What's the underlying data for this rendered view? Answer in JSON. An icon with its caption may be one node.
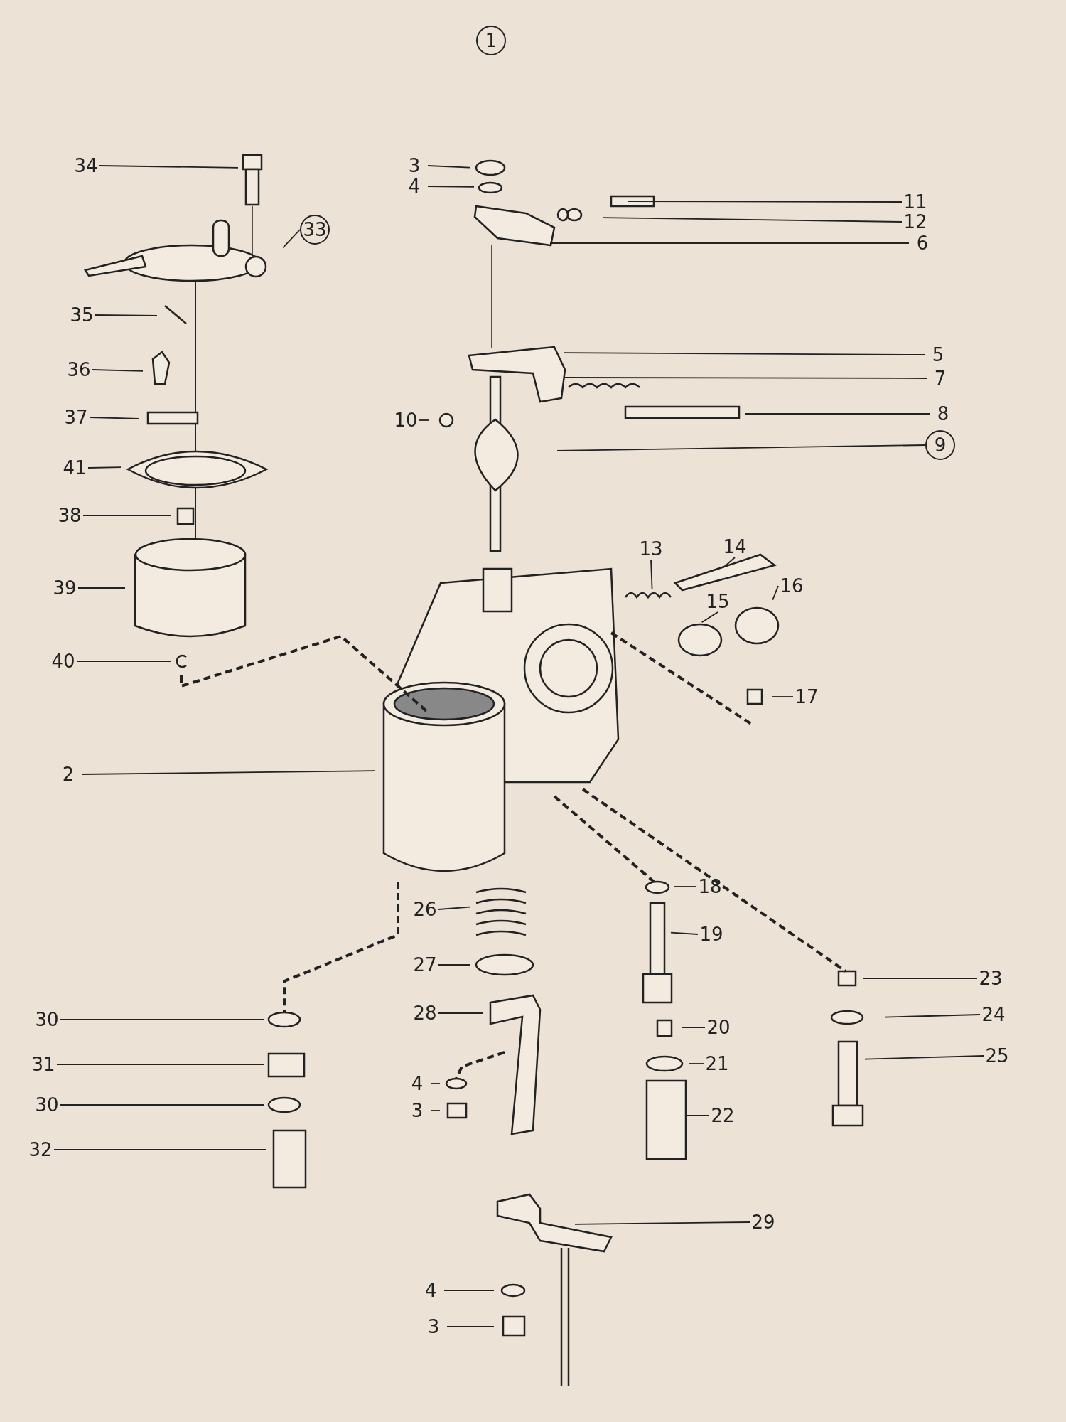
{
  "diagram": {
    "nodes": [
      {
        "text": [
          "34"
        ]
      },
      {
        "text": [
          "3"
        ]
      },
      {
        "text": [
          "4"
        ]
      },
      {
        "text": [
          "11"
        ]
      },
      {
        "text": [
          "12"
        ]
      },
      {
        "text": [
          "6"
        ]
      },
      {
        "text": [
          "33"
        ]
      },
      {
        "text": [
          "35"
        ]
      },
      {
        "text": [
          "5"
        ]
      },
      {
        "text": [
          "7"
        ]
      },
      {
        "text": [
          "36"
        ]
      },
      {
        "text": [
          "37"
        ]
      },
      {
        "text": [
          "10"
        ]
      },
      {
        "text": [
          "8"
        ]
      },
      {
        "text": [
          "9"
        ]
      },
      {
        "text": [
          "41"
        ]
      },
      {
        "text": [
          "38"
        ]
      },
      {
        "text": [
          "14"
        ]
      },
      {
        "text": [
          "13"
        ]
      },
      {
        "text": [
          "16"
        ]
      },
      {
        "text": [
          "15"
        ]
      },
      {
        "text": [
          "39"
        ]
      },
      {
        "text": [
          "40"
        ]
      },
      {
        "text": [
          "17"
        ]
      },
      {
        "text": [
          "2"
        ]
      },
      {
        "text": [
          "18"
        ]
      },
      {
        "text": [
          "26"
        ]
      },
      {
        "text": [
          "19"
        ]
      },
      {
        "text": [
          "27"
        ]
      },
      {
        "text": [
          "23"
        ]
      },
      {
        "text": [
          "30"
        ]
      },
      {
        "text": [
          "28"
        ]
      },
      {
        "text": [
          "20"
        ]
      },
      {
        "text": [
          "24"
        ]
      },
      {
        "text": [
          "31"
        ]
      },
      {
        "text": [
          "25"
        ]
      },
      {
        "text": [
          "21"
        ]
      },
      {
        "text": [
          "4"
        ]
      },
      {
        "text": [
          "30"
        ]
      },
      {
        "text": [
          "3"
        ]
      },
      {
        "text": [
          "22"
        ]
      },
      {
        "text": [
          "32"
        ]
      },
      {
        "text": [
          "29"
        ]
      },
      {
        "text": [
          "4"
        ]
      },
      {
        "text": [
          "3"
        ]
      },
      {
        "text": [
          "1"
        ]
      }
    ],
    "edges": [
      {
        "from": 0,
        "to": null,
        "arrow": "none"
      },
      {
        "from": 1,
        "to": null,
        "arrow": "none"
      },
      {
        "from": 2,
        "to": null,
        "arrow": "none"
      },
      {
        "from": 3,
        "to": null,
        "arrow": "none"
      },
      {
        "from": 4,
        "to": null,
        "arrow": "none"
      },
      {
        "from": 5,
        "to": null,
        "arrow": "none"
      },
      {
        "from": 6,
        "to": null,
        "arrow": "none"
      },
      {
        "from": 7,
        "to": null,
        "arrow": "none"
      },
      {
        "from": 8,
        "to": null,
        "arrow": "none"
      },
      {
        "from": 9,
        "to": null,
        "arrow": "none"
      },
      {
        "from": 10,
        "to": null,
        "arrow": "none"
      },
      {
        "from": 11,
        "to": null,
        "arrow": "none"
      },
      {
        "from": 12,
        "to": null,
        "arrow": "none"
      },
      {
        "from": 13,
        "to": null,
        "arrow": "none"
      },
      {
        "from": 14,
        "to": null,
        "arrow": "none"
      },
      {
        "from": 15,
        "to": null,
        "arrow": "none"
      },
      {
        "from": 16,
        "to": null,
        "arrow": "none"
      },
      {
        "from": 17,
        "to": null,
        "arrow": "none"
      },
      {
        "from": 18,
        "to": null,
        "arrow": "none"
      },
      {
        "from": 19,
        "to": null,
        "arrow": "none"
      },
      {
        "from": 20,
        "to": null,
        "arrow": "none"
      },
      {
        "from": 21,
        "to": null,
        "arrow": "none"
      },
      {
        "from": 22,
        "to": null,
        "arrow": "none"
      },
      {
        "from": 23,
        "to": null,
        "arrow": "none"
      },
      {
        "from": 24,
        "to": null,
        "arrow": "none"
      },
      {
        "from": 25,
        "to": null,
        "arrow": "none"
      },
      {
        "from": 26,
        "to": null,
        "arrow": "none"
      },
      {
        "from": 27,
        "to": null,
        "arrow": "none"
      },
      {
        "from": 28,
        "to": null,
        "arrow": "none"
      },
      {
        "from": 29,
        "to": null,
        "arrow": "none"
      },
      {
        "from": 30,
        "to": null,
        "arrow": "none"
      },
      {
        "from": 31,
        "to": null,
        "arrow": "none"
      },
      {
        "from": 32,
        "to": null,
        "arrow": "none"
      },
      {
        "from": 33,
        "to": null,
        "arrow": "none"
      },
      {
        "from": 34,
        "to": null,
        "arrow": "none"
      },
      {
        "from": 35,
        "to": null,
        "arrow": "none"
      },
      {
        "from": 36,
        "to": null,
        "arrow": "none"
      },
      {
        "from": 37,
        "to": null,
        "arrow": "none"
      },
      {
        "from": 38,
        "to": null,
        "arrow": "none"
      },
      {
        "from": 39,
        "to": null,
        "arrow": "none"
      },
      {
        "from": 40,
        "to": null,
        "arrow": "none"
      },
      {
        "from": 41,
        "to": null,
        "arrow": "none"
      },
      {
        "from": 42,
        "to": null,
        "arrow": "none"
      },
      {
        "from": 43,
        "to": null,
        "arrow": "none"
      },
      {
        "from": 44,
        "to": null,
        "arrow": "none"
      }
    ]
  }
}
